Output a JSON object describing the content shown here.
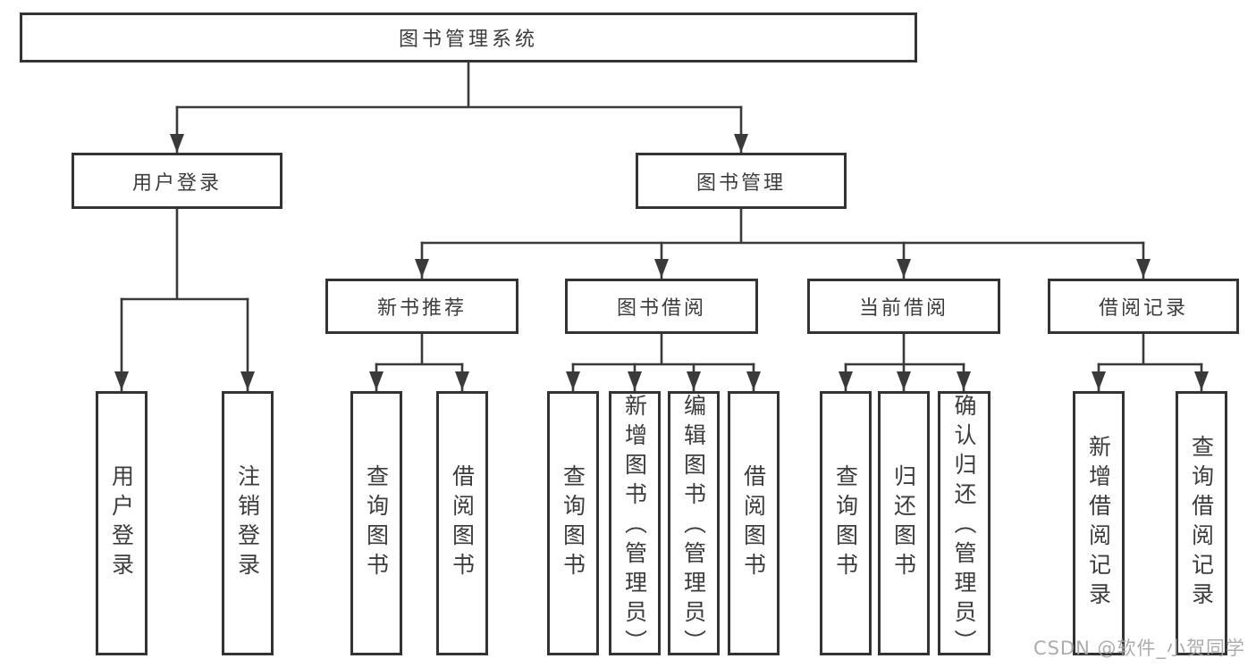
{
  "title": "图书管理系统",
  "watermark": "CSDN @软件_小贺同学",
  "colors": {
    "line": "#3a3a3a",
    "box_border": "#333333",
    "box_fill": "#ffffff",
    "text": "#3c3c3c",
    "background": "#ffffff",
    "watermark": "#a3a3a3"
  },
  "diagram_type": "hierarchy-tree",
  "tree": {
    "label": "图书管理系统",
    "children": [
      {
        "label": "用户登录",
        "children": [
          {
            "label": "用户登录"
          },
          {
            "label": "注销登录"
          }
        ]
      },
      {
        "label": "图书管理",
        "children": [
          {
            "label": "新书推荐",
            "children": [
              {
                "label": "查询图书"
              },
              {
                "label": "借阅图书"
              }
            ]
          },
          {
            "label": "图书借阅",
            "children": [
              {
                "label": "查询图书"
              },
              {
                "label": "新增图书（管理员）"
              },
              {
                "label": "编辑图书（管理员）"
              },
              {
                "label": "借阅图书"
              }
            ]
          },
          {
            "label": "当前借阅",
            "children": [
              {
                "label": "查询图书"
              },
              {
                "label": "归还图书"
              },
              {
                "label": "确认归还（管理员）"
              }
            ]
          },
          {
            "label": "借阅记录",
            "children": [
              {
                "label": "新增借阅记录"
              },
              {
                "label": "查询借阅记录"
              }
            ]
          }
        ]
      }
    ]
  }
}
